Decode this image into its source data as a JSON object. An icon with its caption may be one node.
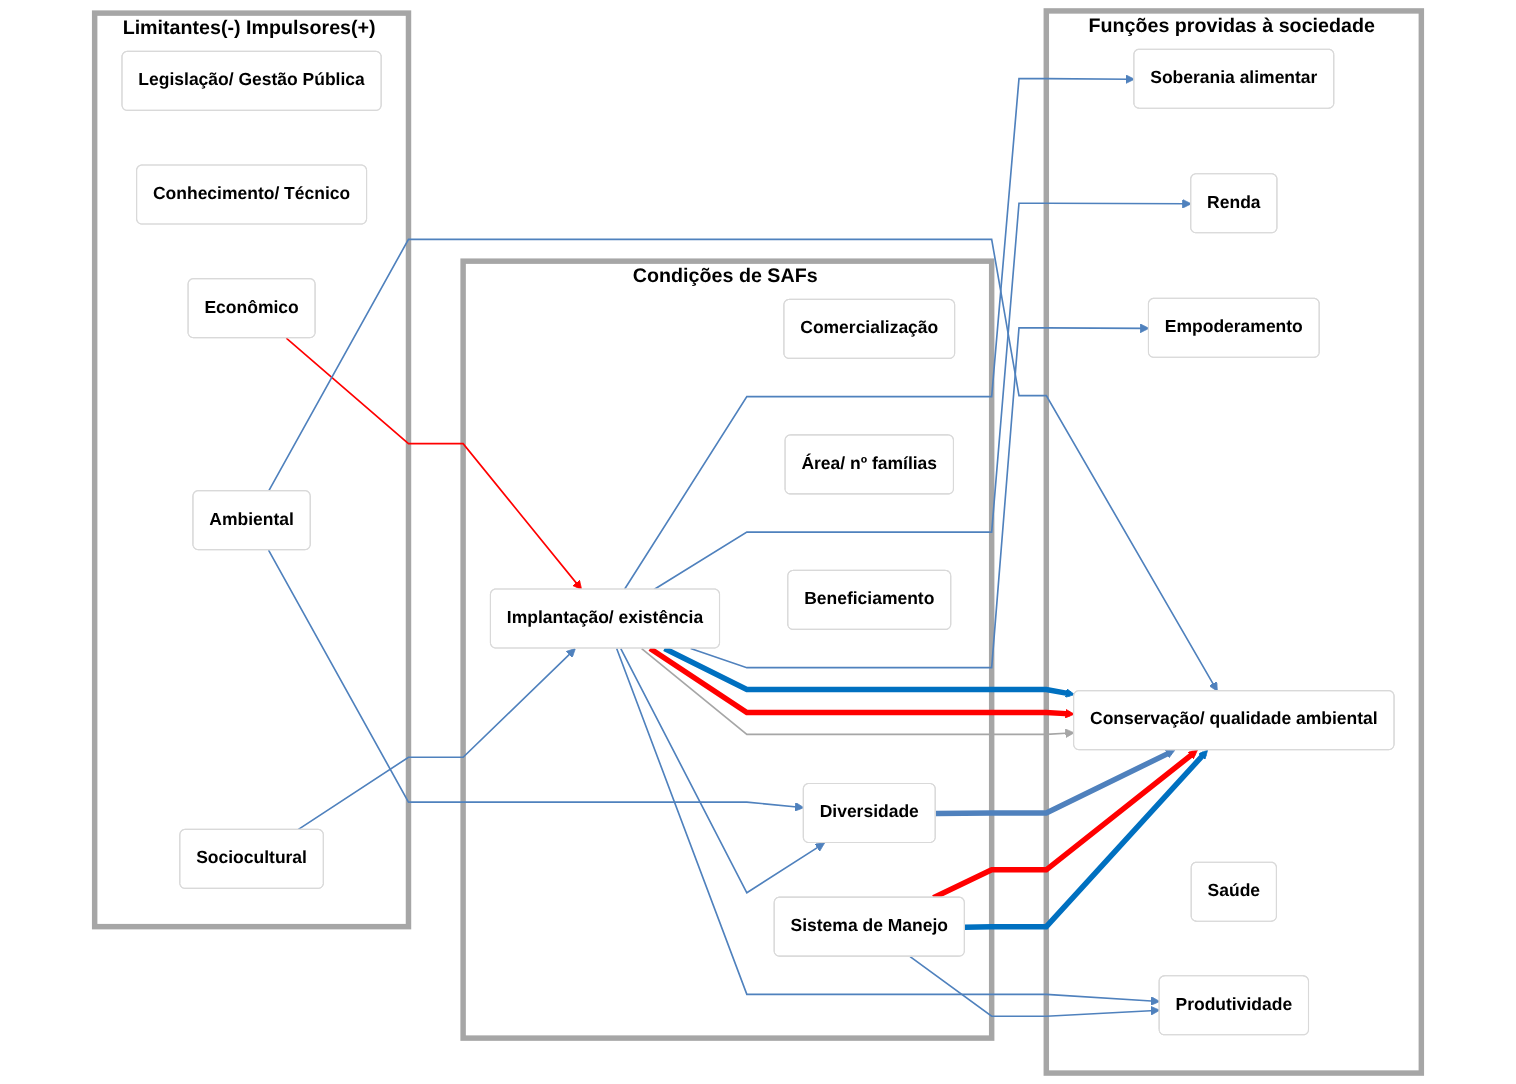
{
  "diagram": {
    "nodes": [
      {
        "text": [
          "Limitantes(-) Impulsores(+)"
        ]
      },
      {
        "text": [
          "Legislação/ Gestão Pública"
        ],
        "in": 0
      },
      {
        "text": [
          "Conhecimento/ Técnico"
        ],
        "in": 0
      },
      {
        "text": [
          "Econômico"
        ],
        "in": 0
      },
      {
        "text": [
          "Ambiental"
        ],
        "in": 0
      },
      {
        "text": [
          "Sociocultural"
        ],
        "in": 0
      },
      {
        "text": [
          "Funções providas à sociedade"
        ]
      },
      {
        "text": [
          "Soberania alimentar"
        ],
        "in": 6
      },
      {
        "text": [
          "Renda"
        ],
        "in": 6
      },
      {
        "text": [
          "Empoderamento"
        ],
        "in": 6
      },
      {
        "text": [
          "Conservação/ qualidade ambiental"
        ],
        "in": 6
      },
      {
        "text": [
          "Saúde"
        ],
        "in": 6
      },
      {
        "text": [
          "Produtividade"
        ],
        "in": 6
      },
      {
        "text": [
          "Condições de SAFs"
        ]
      },
      {
        "text": [
          "Implantação/ existência"
        ],
        "in": 13
      },
      {
        "text": [
          "Comercialização"
        ],
        "in": 13
      },
      {
        "text": [
          "Diversidade"
        ],
        "in": 13
      },
      {
        "text": [
          "Área/ nº famílias"
        ],
        "in": 13
      },
      {
        "text": [
          "Sistema de Manejo"
        ],
        "in": 13
      },
      {
        "text": [
          "Beneficiamento"
        ],
        "in": 13
      }
    ],
    "edges": [
      {
        "from": 3,
        "to": 14,
        "arrow": "to",
        "color": "#ff0000"
      },
      {
        "from": 5,
        "to": 14,
        "arrow": "to"
      },
      {
        "from": 4,
        "to": 10,
        "arrow": "to"
      },
      {
        "from": 4,
        "to": 16,
        "arrow": "to"
      },
      {
        "from": 14,
        "to": 7,
        "arrow": "to"
      },
      {
        "from": 14,
        "to": 8,
        "arrow": "to"
      },
      {
        "from": 14,
        "to": 9,
        "arrow": "to"
      },
      {
        "from": 14,
        "to": 10,
        "arrow": "to",
        "style": "thick",
        "color": "#0070c0"
      },
      {
        "from": 14,
        "to": 10,
        "arrow": "to",
        "style": "thick",
        "color": "#ff0000"
      },
      {
        "from": 14,
        "to": 10,
        "arrow": "to",
        "color": "#a6a6a6"
      },
      {
        "from": 14,
        "to": 12,
        "arrow": "to"
      },
      {
        "from": 14,
        "to": 16,
        "arrow": "to"
      },
      {
        "from": 16,
        "to": 10,
        "arrow": "to",
        "style": "thick"
      },
      {
        "from": 18,
        "to": 10,
        "arrow": "to",
        "style": "thick",
        "color": "#ff0000"
      },
      {
        "from": 18,
        "to": 10,
        "arrow": "to",
        "style": "thick",
        "color": "#0070c0"
      },
      {
        "from": 18,
        "to": 12,
        "arrow": "to"
      }
    ]
  }
}
